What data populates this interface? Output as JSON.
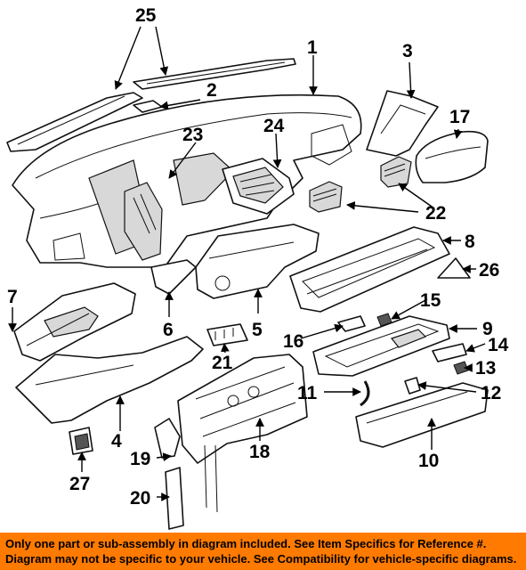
{
  "callouts": {
    "c1": "1",
    "c2": "2",
    "c3": "3",
    "c4": "4",
    "c5": "5",
    "c6": "6",
    "c7": "7",
    "c8": "8",
    "c9": "9",
    "c10": "10",
    "c11": "11",
    "c12": "12",
    "c13": "13",
    "c14": "14",
    "c15": "15",
    "c16": "16",
    "c17": "17",
    "c18": "18",
    "c19": "19",
    "c20": "20",
    "c21": "21",
    "c22": "22",
    "c23": "23",
    "c24": "24",
    "c25": "25",
    "c26": "26",
    "c27": "27"
  },
  "footer": {
    "line1": "Only one part or sub-assembly in diagram included. See Item Specifics for Reference #.",
    "line2": "Diagram may not be specific to your vehicle. See Compatibility for vehicle-specific diagrams.",
    "background": "#ff7a00"
  }
}
